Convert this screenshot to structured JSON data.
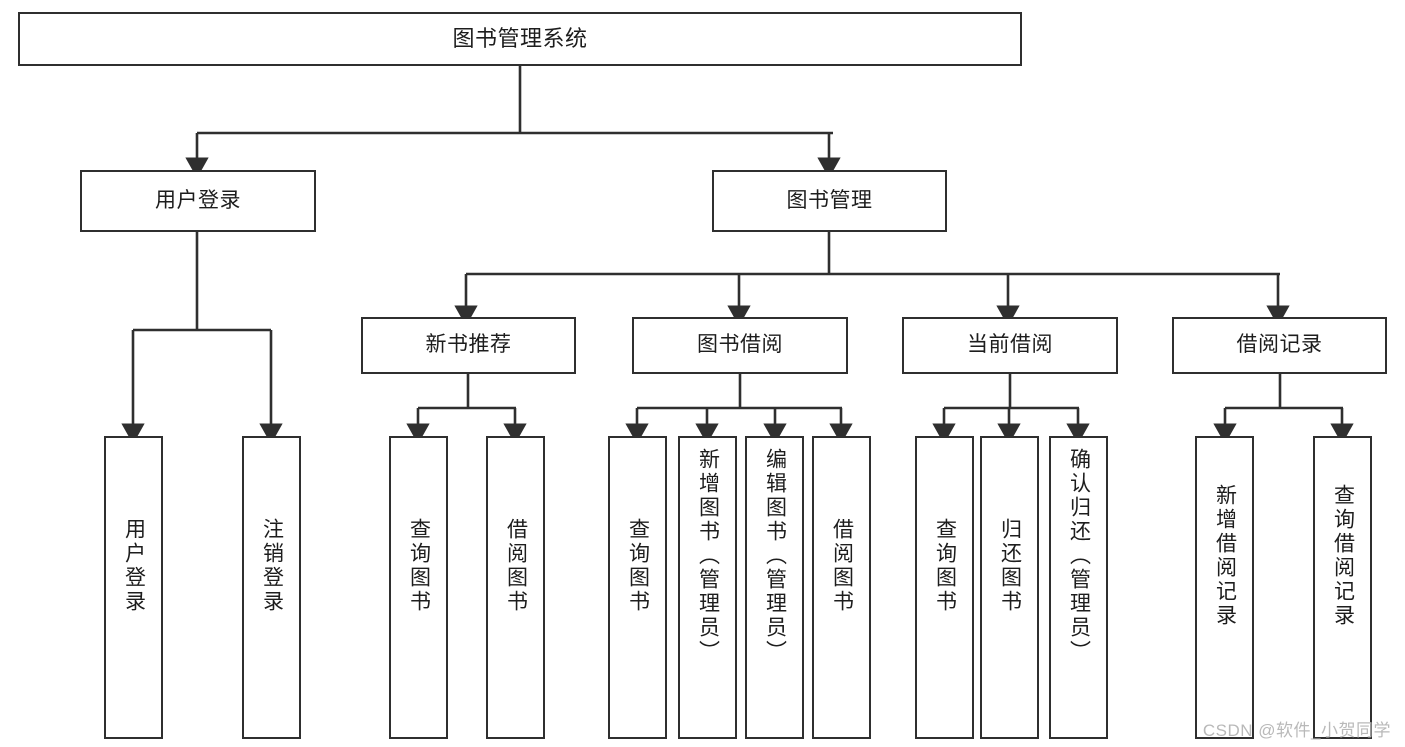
{
  "diagram": {
    "type": "tree",
    "title": "图书管理系统",
    "watermark": "CSDN @软件_小贺同学",
    "nodes": {
      "root": {
        "label": "图书管理系统"
      },
      "level2": [
        {
          "label": "用户登录"
        },
        {
          "label": "图书管理"
        }
      ],
      "level3": [
        {
          "label": "新书推荐"
        },
        {
          "label": "图书借阅"
        },
        {
          "label": "当前借阅"
        },
        {
          "label": "借阅记录"
        }
      ],
      "leaves_user_login": [
        {
          "label": "用户登录"
        },
        {
          "label": "注销登录"
        }
      ],
      "leaves_new_book": [
        {
          "label": "查询图书"
        },
        {
          "label": "借阅图书"
        }
      ],
      "leaves_borrow": [
        {
          "label": "查询图书"
        },
        {
          "label": "新增图书（管理员）"
        },
        {
          "label": "编辑图书（管理员）"
        },
        {
          "label": "借阅图书"
        }
      ],
      "leaves_current": [
        {
          "label": "查询图书"
        },
        {
          "label": "归还图书"
        },
        {
          "label": "确认归还（管理员）"
        }
      ],
      "leaves_records": [
        {
          "label": "新增借阅记录"
        },
        {
          "label": "查询借阅记录"
        }
      ]
    },
    "colors": {
      "border": "#2f2f2f",
      "background": "#ffffff",
      "text": "#1d1d1d",
      "watermark": "#b9b9b9"
    }
  }
}
